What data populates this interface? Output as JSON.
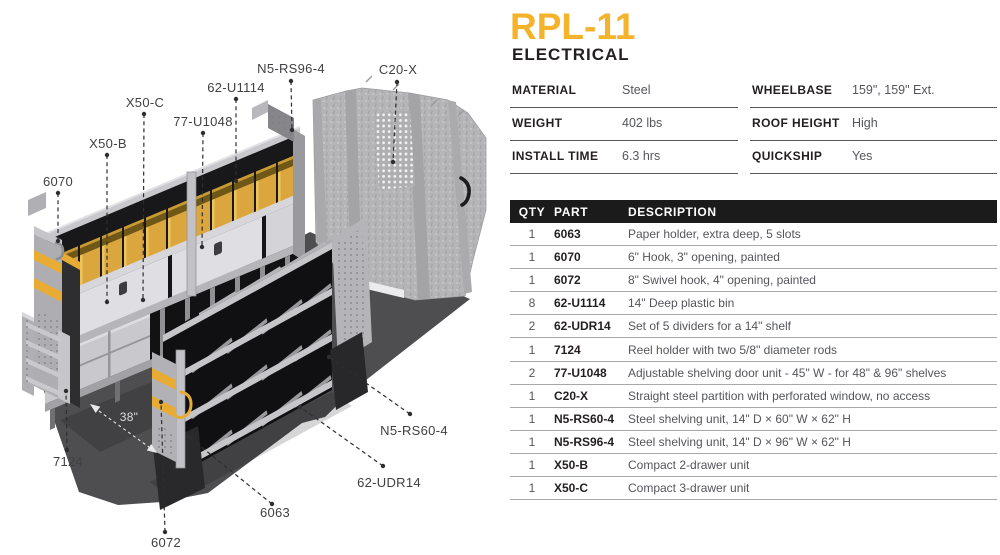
{
  "header": {
    "title": "RPL-11",
    "subtitle": "ELECTRICAL"
  },
  "specs": {
    "left": [
      {
        "label": "MATERIAL",
        "value": "Steel"
      },
      {
        "label": "WEIGHT",
        "value": "402 lbs"
      },
      {
        "label": "INSTALL TIME",
        "value": "6.3 hrs"
      }
    ],
    "right": [
      {
        "label": "WHEELBASE",
        "value": "159\", 159\" Ext."
      },
      {
        "label": "ROOF HEIGHT",
        "value": "High"
      },
      {
        "label": "QUICKSHIP",
        "value": "Yes"
      }
    ]
  },
  "parts_table": {
    "headers": [
      "QTY",
      "PART",
      "DESCRIPTION"
    ],
    "rows": [
      {
        "qty": "1",
        "part": "6063",
        "description": "Paper holder, extra deep, 5 slots"
      },
      {
        "qty": "1",
        "part": "6070",
        "description": "6\" Hook, 3\" opening, painted"
      },
      {
        "qty": "1",
        "part": "6072",
        "description": "8\" Swivel hook, 4\" opening, painted"
      },
      {
        "qty": "8",
        "part": "62-U1114",
        "description": "14\" Deep plastic bin"
      },
      {
        "qty": "2",
        "part": "62-UDR14",
        "description": "Set of 5 dividers for a 14\" shelf"
      },
      {
        "qty": "1",
        "part": "7124",
        "description": "Reel holder with two 5/8\" diameter rods"
      },
      {
        "qty": "2",
        "part": "77-U1048",
        "description": "Adjustable shelving door unit - 45\" W - for 48\" & 96\" shelves"
      },
      {
        "qty": "1",
        "part": "C20-X",
        "description": "Straight steel partition with perforated window, no access"
      },
      {
        "qty": "1",
        "part": "N5-RS60-4",
        "description": "Steel shelving unit, 14\" D × 60\" W × 62\" H"
      },
      {
        "qty": "1",
        "part": "N5-RS96-4",
        "description": "Steel shelving unit, 14\" D × 96\" W × 62\" H"
      },
      {
        "qty": "1",
        "part": "X50-B",
        "description": "Compact 2-drawer unit"
      },
      {
        "qty": "1",
        "part": "X50-C",
        "description": "Compact 3-drawer unit"
      }
    ]
  },
  "diagram": {
    "callouts": [
      {
        "text": "N5-RS96-4"
      },
      {
        "text": "C20-X"
      },
      {
        "text": "62-U1114"
      },
      {
        "text": "X50-C"
      },
      {
        "text": "77-U1048"
      },
      {
        "text": "X50-B"
      },
      {
        "text": "6070"
      },
      {
        "text": "38\""
      },
      {
        "text": "7124"
      },
      {
        "text": "6072"
      },
      {
        "text": "6063"
      },
      {
        "text": "62-UDR14"
      },
      {
        "text": "N5-RS60-4"
      }
    ]
  },
  "colors": {
    "accent_yellow": "#F5B32B",
    "bin_yellow": "#DBA63E",
    "table_header_bg": "#1B1B1C",
    "floor_gray": "#4E4E50",
    "partition_gray": "#B5B5B7",
    "text_dark": "#231F20",
    "text_gray": "#55565A"
  }
}
